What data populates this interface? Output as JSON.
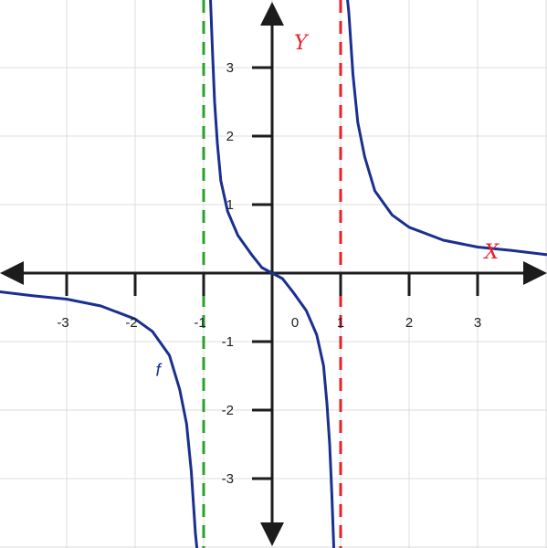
{
  "chart_data": {
    "type": "line",
    "title": "",
    "xlabel": "X",
    "ylabel": "Y",
    "xlim": [
      -4,
      4
    ],
    "ylim": [
      -4,
      4
    ],
    "grid": true,
    "x_ticks": [
      -3,
      -2,
      -1,
      0,
      1,
      2,
      3
    ],
    "y_ticks": [
      -3,
      -2,
      -1,
      1,
      2,
      3
    ],
    "x_tick_labels": [
      "-3",
      "-2",
      "-1",
      "0",
      "1",
      "2",
      "3"
    ],
    "y_tick_labels": [
      "-3",
      "-2",
      "-1",
      "1",
      "2",
      "3"
    ],
    "series": [
      {
        "name": "f",
        "color": "#1a2f8f",
        "segments": [
          [
            [
              -4.0,
              -0.27
            ],
            [
              -3.5,
              -0.33
            ],
            [
              -3.0,
              -0.38
            ],
            [
              -2.5,
              -0.48
            ],
            [
              -2.0,
              -0.67
            ],
            [
              -1.75,
              -0.85
            ],
            [
              -1.5,
              -1.2
            ],
            [
              -1.35,
              -1.7
            ],
            [
              -1.25,
              -2.2
            ],
            [
              -1.18,
              -2.9
            ],
            [
              -1.12,
              -3.8
            ],
            [
              -1.1,
              -4.0
            ]
          ],
          [
            [
              -0.9,
              4.0
            ],
            [
              -0.87,
              3.2
            ],
            [
              -0.84,
              2.5
            ],
            [
              -0.8,
              1.9
            ],
            [
              -0.75,
              1.35
            ],
            [
              -0.65,
              0.9
            ],
            [
              -0.5,
              0.55
            ],
            [
              -0.3,
              0.27
            ],
            [
              -0.15,
              0.08
            ],
            [
              0.0,
              0.0
            ],
            [
              0.15,
              -0.08
            ],
            [
              0.3,
              -0.27
            ],
            [
              0.5,
              -0.55
            ],
            [
              0.65,
              -0.9
            ],
            [
              0.75,
              -1.35
            ],
            [
              0.8,
              -1.9
            ],
            [
              0.84,
              -2.5
            ],
            [
              0.87,
              -3.2
            ],
            [
              0.9,
              -4.0
            ]
          ],
          [
            [
              1.1,
              4.0
            ],
            [
              1.12,
              3.8
            ],
            [
              1.18,
              2.9
            ],
            [
              1.25,
              2.2
            ],
            [
              1.35,
              1.7
            ],
            [
              1.5,
              1.2
            ],
            [
              1.75,
              0.85
            ],
            [
              2.0,
              0.67
            ],
            [
              2.5,
              0.48
            ],
            [
              3.0,
              0.38
            ],
            [
              3.5,
              0.33
            ],
            [
              4.0,
              0.27
            ]
          ]
        ]
      }
    ],
    "asymptotes": [
      {
        "x": -1,
        "color": "#2ca02c",
        "style": "dashed"
      },
      {
        "x": 1,
        "color": "#e8202a",
        "style": "dashed"
      }
    ],
    "annotations": [
      {
        "text": "f",
        "x": -1.7,
        "y": -1.5,
        "color": "#1a2f8f"
      }
    ]
  }
}
